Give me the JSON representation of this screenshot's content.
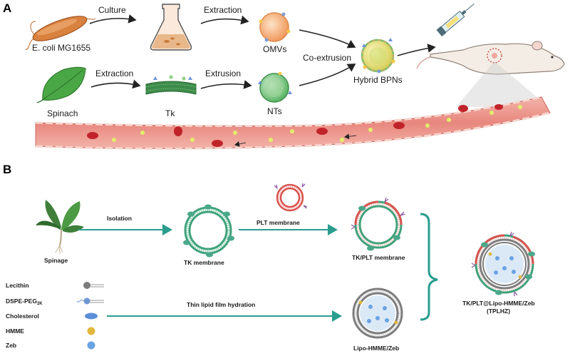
{
  "panel_a": {
    "letter": "A",
    "ecoli_label": "E. coli MG1655",
    "culture_label": "Culture",
    "extraction_top_label": "Extraction",
    "omvs_label": "OMVs",
    "spinach_label": "Spinach",
    "extraction_bottom_label": "Extraction",
    "tk_label": "Tk",
    "extrusion_label": "Extrusion",
    "nts_label": "NTs",
    "coextrusion_label": "Co-extrusion",
    "hybrid_label": "Hybrid BPNs"
  },
  "panel_b": {
    "letter": "B",
    "spinage_label": "Spinage",
    "isolation_label": "Isolation",
    "tk_membrane_label": "TK membrane",
    "plt_membrane_label": "PLT membrane",
    "tk_plt_label": "TK/PLT membrane",
    "thin_film_label": "Thin lipid film hydration",
    "lipo_label": "Lipo-HMME/Zeb",
    "final_label_1": "TK/PLT@Lipo-HMME/Zeb",
    "final_label_2": "(TPLHZ)",
    "legend": {
      "lecithin": "Lecithin",
      "dspe": "DSPE-PEG",
      "dspe_sub": "2K",
      "cholesterol": "Cholesterol",
      "hmme": "HMME",
      "zeb": "Zeb"
    }
  },
  "colors": {
    "teal": "#2a9d8f",
    "membrane_green": "#3fa27a",
    "plt_red": "#d9534f",
    "vessel": "#e8877e",
    "omv": "#f2a06b"
  }
}
